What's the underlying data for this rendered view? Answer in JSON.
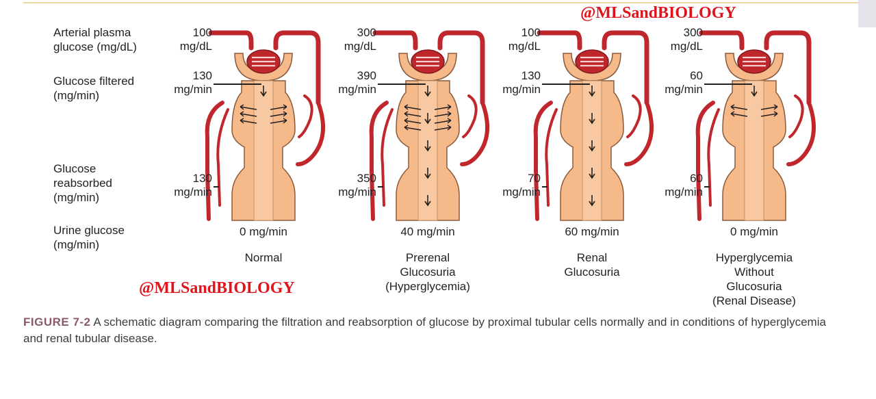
{
  "watermark": "@MLSandBIOLOGY",
  "row_labels": {
    "arterial": "Arterial plasma\nglucose (mg/dL)",
    "filtered": "Glucose filtered\n(mg/min)",
    "reabsorbed": "Glucose\nreabsorbed\n(mg/min)",
    "urine": "Urine glucose\n(mg/min)"
  },
  "panels": [
    {
      "arterial": "100\nmg/dL",
      "filtered": "130\nmg/min",
      "reabsorbed": "130\nmg/min",
      "urine": "0 mg/min",
      "condition": "Normal",
      "arrows_down": 1,
      "reabsorb_arrow_rows": 3
    },
    {
      "arterial": "300\nmg/dL",
      "filtered": "390\nmg/min",
      "reabsorbed": "350\nmg/min",
      "urine": "40 mg/min",
      "condition": "Prerenal\nGlucosuria\n(Hyperglycemia)",
      "arrows_down": 5,
      "reabsorb_arrow_rows": 4
    },
    {
      "arterial": "100\nmg/dL",
      "filtered": "130\nmg/min",
      "reabsorbed": "70\nmg/min",
      "urine": "60 mg/min",
      "condition": "Renal\nGlucosuria",
      "arrows_down": 5,
      "reabsorb_arrow_rows": 0
    },
    {
      "arterial": "300\nmg/dL",
      "filtered": "60\nmg/min",
      "reabsorbed": "60\nmg/min",
      "urine": "0 mg/min",
      "condition": "Hyperglycemia\nWithout\nGlucosuria\n(Renal Disease)",
      "arrows_down": 1,
      "reabsorb_arrow_rows": 2
    }
  ],
  "caption": {
    "figure": "FIGURE 7-2",
    "text": "A schematic diagram comparing the filtration and reabsorption of glucose by proximal tubular cells normally and in conditions of hyperglycemia and renal tubular disease."
  },
  "colors": {
    "vessel": "#c0272d",
    "vessel_dark": "#7f1a1e",
    "tubule": "#f5b98a",
    "tubule_edge": "#8a5a3c",
    "lumen": "#f8c9a0"
  }
}
